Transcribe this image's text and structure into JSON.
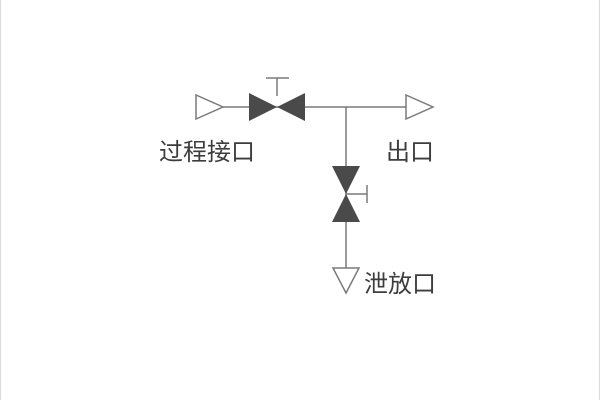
{
  "diagram": {
    "title": "two-valve-manifold-schematic",
    "labels": {
      "process_port": "过程接口",
      "outlet": "出口",
      "vent_port": "泄放口"
    },
    "colors": {
      "line": "#7a7a7a",
      "valve_fill": "#4a4a4a",
      "open_arrow_fill": "#ffffff",
      "text": "#3d3d3d",
      "background": "#ffffff"
    }
  }
}
